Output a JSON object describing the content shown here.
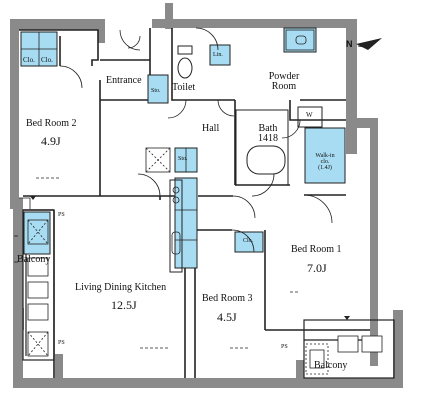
{
  "rooms": {
    "entrance": "Entrance",
    "toilet": "Toilet",
    "powder_room": "Powder\nRoom",
    "bed_room_2": "Bed Room 2",
    "bed_room_2_size": "4.9J",
    "hall": "Hall",
    "bath": "Bath\n1418",
    "walk_in_clo": "Walk-in\nclo.\n(1.4J)",
    "bed_room_1": "Bed Room 1",
    "bed_room_1_size": "7.0J",
    "ldk": "Living Dining Kitchen",
    "ldk_size": "12.5J",
    "bed_room_3": "Bed Room 3",
    "bed_room_3_size": "4.5J",
    "balcony_left": "Balcony",
    "balcony_bottom": "Balcony"
  },
  "fixtures": {
    "clo": "Clo.",
    "sto": "Sto.",
    "lin": "Lin.",
    "w": "W",
    "ps": "PS"
  },
  "compass": {
    "north": "N"
  },
  "colors": {
    "wall": "#8a8a8a",
    "closet_fill": "#a8dcf2",
    "line": "#222222"
  }
}
